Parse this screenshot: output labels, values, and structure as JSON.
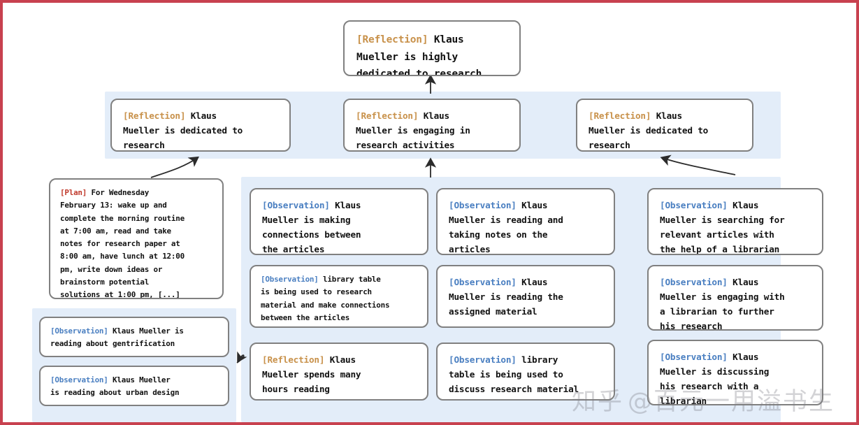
{
  "meta": {
    "border_color": "#c8414f",
    "band_color": "#e3edf9",
    "card_border_color": "#808080",
    "tag_colors": {
      "reflection": "#c8914a",
      "plan": "#c0392b",
      "observation": "#4a7fc1"
    }
  },
  "watermark": {
    "left_text": "知乎",
    "right_text": "@百元一用溢书生"
  },
  "top": {
    "tag": "[Reflection]",
    "text": " Klaus\nMueller is highly\ndedicated to research"
  },
  "mid_row": [
    {
      "tag": "[Reflection]",
      "text": " Klaus\nMueller is dedicated to\nresearch"
    },
    {
      "tag": "[Reflection]",
      "text": " Klaus\nMueller is engaging in\nresearch activities"
    },
    {
      "tag": "[Reflection]",
      "text": " Klaus\nMueller is dedicated to\nresearch"
    }
  ],
  "plan_card": {
    "tag": "[Plan]",
    "text": " For Wednesday\nFebruary 13: wake up and\ncomplete the morning routine\nat 7:00 am, read and take\nnotes for research paper at\n8:00 am, have lunch at 12:00\npm, write down ideas or\nbrainstorm potential\nsolutions at 1:00 pm, [...]"
  },
  "left_observations": [
    {
      "tag": "[Observation]",
      "text": " Klaus Mueller is\nreading about gentrification"
    },
    {
      "tag": "[Observation]",
      "text": " Klaus Mueller\nis reading about urban design"
    }
  ],
  "column_mid_left": [
    {
      "tag": "[Observation]",
      "text": " Klaus\nMueller is making\nconnections between\nthe articles"
    },
    {
      "tag": "[Observation]",
      "text": " library table\nis being used to research\nmaterial and make connections\nbetween the articles"
    },
    {
      "tag": "[Reflection]",
      "text": " Klaus\nMueller spends many\nhours reading"
    }
  ],
  "column_mid_right": [
    {
      "tag": "[Observation]",
      "text": " Klaus\nMueller is reading and\ntaking notes on the\narticles"
    },
    {
      "tag": "[Observation]",
      "text": " Klaus\nMueller is reading the\nassigned material"
    },
    {
      "tag": "[Observation]",
      "text": " library\ntable is being used to\ndiscuss research material"
    }
  ],
  "column_right": [
    {
      "tag": "[Observation]",
      "text": " Klaus\nMueller is searching for\nrelevant articles with\nthe help of a librarian"
    },
    {
      "tag": "[Observation]",
      "text": " Klaus\nMueller is engaging with\na librarian to further\nhis research"
    },
    {
      "tag": "[Observation]",
      "text": " Klaus\nMueller is discussing\nhis research with a\nlibrarian"
    }
  ]
}
